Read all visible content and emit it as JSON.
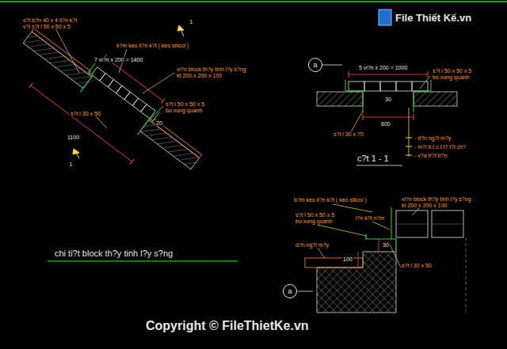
{
  "diagram": {
    "title": "chi ti?t block th?y tinh l?y s?ng",
    "nodes": [
      {
        "text": [
          "a"
        ]
      },
      {
        "text": [
          "a"
        ]
      }
    ],
    "labels": [
      "s?t b?n 40 x 4 li?n k?t",
      "v?i s?t l 50 x 50 x 5",
      "1",
      "k?m keo li?n k?t ( keo silicol )",
      "7 vi?n x 200 = 1400",
      "vi?n block th?y tinh l?y s?ng",
      "kt 200 x 200 x 100",
      "s?t l 50 x 50 x 5",
      "bo xung quanh",
      "s?t l 30 x 50",
      "20",
      "1100",
      "1",
      "5 vi?n x 200 = 1000",
      "s?t l 50 x 50 x 5",
      "bo xung quanh",
      "30",
      "600",
      "s?t l 30 x 70",
      "- d?n ng?i m?y",
      "- m?i b.t.c.t t? t?i ch?",
      "- v?a tr?t tr?n",
      "c?t 1 - 1",
      "b?m keo li?n k?t ( keo silicol )",
      "s?t l 50 x 50 x 5",
      "bo xung quanh",
      "l?n k?t n?m",
      "vi?n block th?y tinh l?y s?ng",
      "kt 200 x 200 x 100",
      "d?n ng?i m?y",
      "100",
      "30",
      "s?t l 30 x 50",
      "File Thiết Kế.vn",
      "Copyright © FileThietKe.vn"
    ]
  }
}
